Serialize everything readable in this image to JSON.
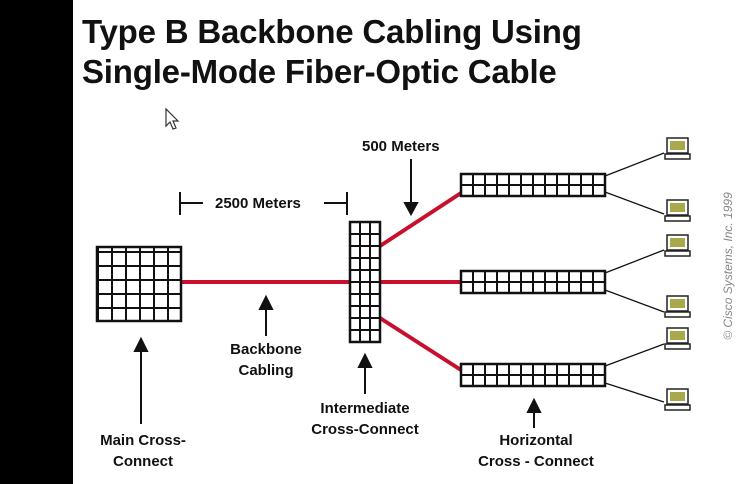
{
  "slide": {
    "title_line1": "Type B Backbone Cabling Using",
    "title_line2": "Single-Mode Fiber-Optic Cable"
  },
  "labels": {
    "distance_backbone": "2500 Meters",
    "distance_horizontal": "500 Meters",
    "backbone_line1": "Backbone",
    "backbone_line2": "Cabling",
    "main_line1": "Main Cross-",
    "main_line2": "Connect",
    "intermediate_line1": "Intermediate",
    "intermediate_line2": "Cross-Connect",
    "horizontal_line1": "Horizontal",
    "horizontal_line2": "Cross - Connect"
  },
  "copyright": "© Cisco Systems, Inc. 1999",
  "colors": {
    "cable": "#c8102e",
    "computer": "#8a8a3a",
    "left_bar": "#000000"
  }
}
